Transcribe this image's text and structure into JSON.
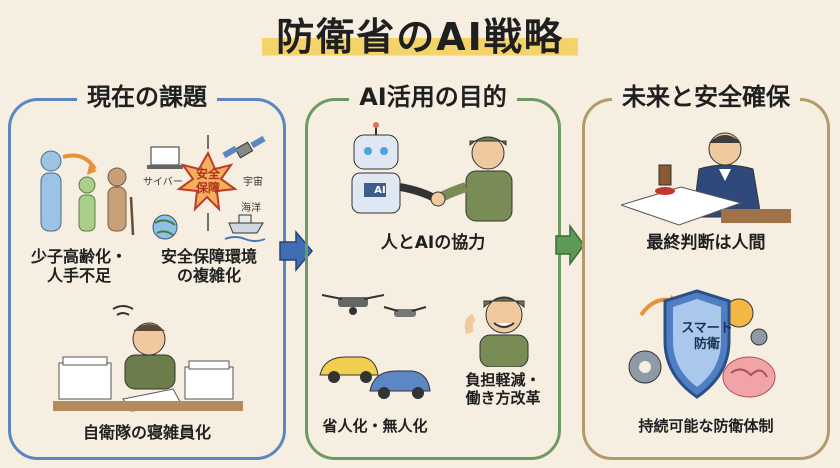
{
  "title": "防衛省のAI戦略",
  "panels": {
    "left": {
      "heading": "現在の課題",
      "label_aging": "少子高齢化・\n人手不足",
      "label_security": "安全保障環境\nの複雑化",
      "label_burden": "自衛隊の寝雑員化",
      "burst_text": "安全\n保障",
      "domain_cyber": "サイバー",
      "domain_space": "宇宙",
      "domain_sea": "海洋"
    },
    "middle": {
      "heading": "AI活用の目的",
      "label_collab": "人とAIの協力",
      "robot_badge": "AI",
      "label_unmanned": "省人化・無人化",
      "label_reduce": "負担軽減・\n働き方改革"
    },
    "right": {
      "heading": "未来と安全確保",
      "label_final": "最終判断は人間",
      "shield_text": "スマート\n防衛",
      "label_sustain": "持続可能な防衛体制"
    }
  },
  "colors": {
    "left_border": "#5b87c0",
    "middle_border": "#6d9a63",
    "right_border": "#b39a6d",
    "title_highlight": "#f4d36b",
    "arrow_blue": "#3f6fb0",
    "arrow_green": "#5f9a55"
  }
}
